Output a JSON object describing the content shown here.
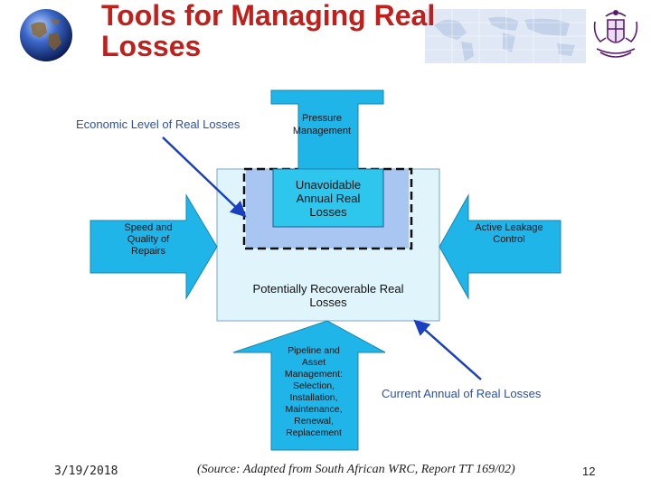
{
  "slide": {
    "title": "Tools for Managing  Real Losses",
    "date": "3/19/2018",
    "source": "(Source: Adapted from South African WRC, Report TT 169/02)",
    "page_number": "12"
  },
  "diagram": {
    "arrow_top": "Pressure Management",
    "arrow_left": "Speed and Quality of Repairs",
    "arrow_right": "Active Leakage Control",
    "arrow_bottom": "Pipeline and Asset Management: Selection, Installation, Maintenance, Renewal, Replacement",
    "inner_box": "Unavoidable Annual Real Losses",
    "outer_box": "Potentially Recoverable Real Losses",
    "callout_top": "Economic Level of Real Losses",
    "callout_bottom": "Current Annual of Real Losses"
  },
  "icons": {
    "globe": "globe-icon",
    "crest": "crest-icon"
  },
  "colors": {
    "title": "#c0201c",
    "arrow_fill": "#1fb5e8",
    "outer_fill": "#dff4fb",
    "mid_fill": "#a9c6f2",
    "inner_fill": "#2ec6ec",
    "callout_text": "#2a4fb0",
    "callout_arrow": "#1a3fc0"
  }
}
